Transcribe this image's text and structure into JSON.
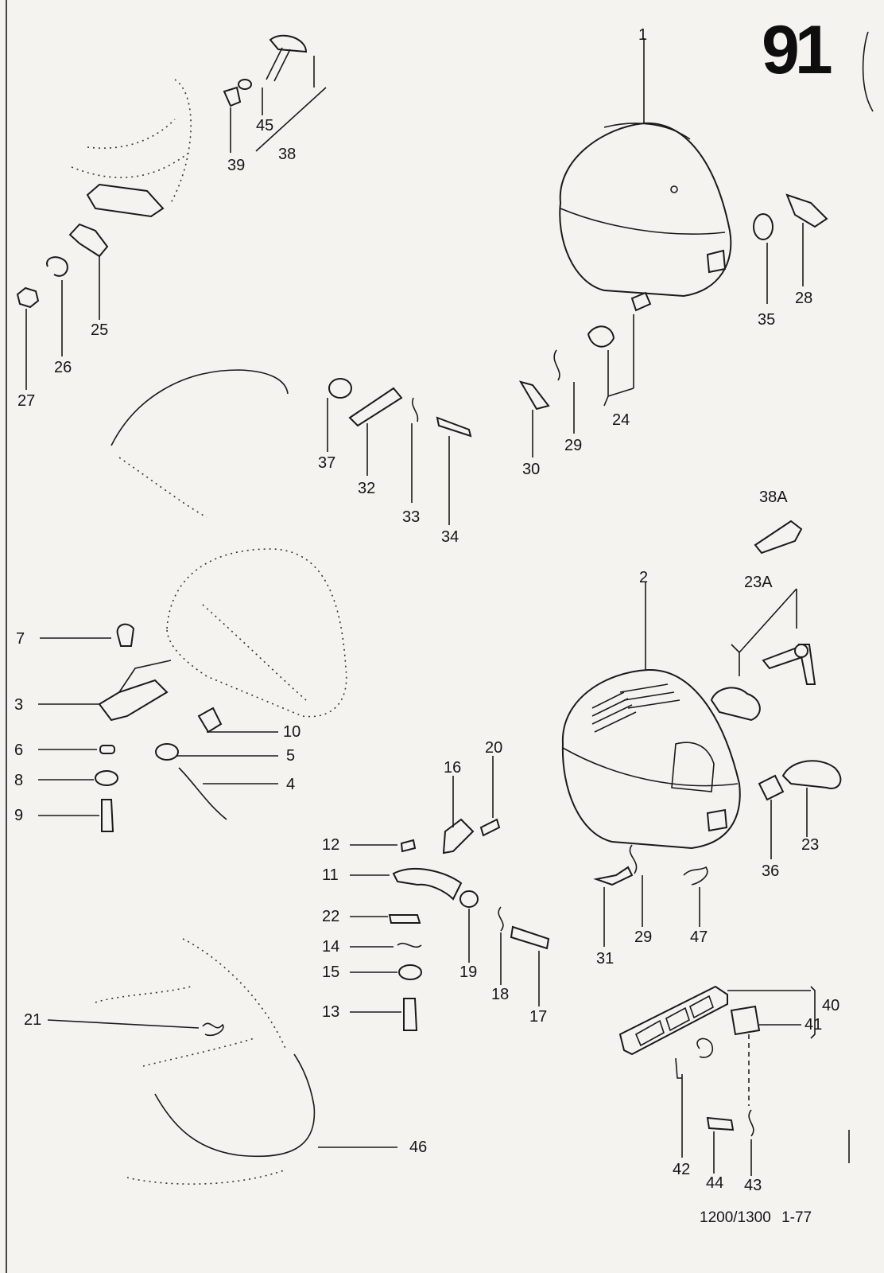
{
  "page": {
    "number": "91",
    "footer": "1200/1300  1-77"
  },
  "callouts": [
    {
      "id": "c1",
      "text": "1"
    },
    {
      "id": "c2",
      "text": "2"
    },
    {
      "id": "c3",
      "text": "3"
    },
    {
      "id": "c4",
      "text": "4"
    },
    {
      "id": "c5",
      "text": "5"
    },
    {
      "id": "c6",
      "text": "6"
    },
    {
      "id": "c7",
      "text": "7"
    },
    {
      "id": "c8",
      "text": "8"
    },
    {
      "id": "c9",
      "text": "9"
    },
    {
      "id": "c10",
      "text": "10"
    },
    {
      "id": "c11",
      "text": "11"
    },
    {
      "id": "c12",
      "text": "12"
    },
    {
      "id": "c13",
      "text": "13"
    },
    {
      "id": "c14",
      "text": "14"
    },
    {
      "id": "c15",
      "text": "15"
    },
    {
      "id": "c16",
      "text": "16"
    },
    {
      "id": "c17",
      "text": "17"
    },
    {
      "id": "c18",
      "text": "18"
    },
    {
      "id": "c19",
      "text": "19"
    },
    {
      "id": "c20",
      "text": "20"
    },
    {
      "id": "c21",
      "text": "21"
    },
    {
      "id": "c22",
      "text": "22"
    },
    {
      "id": "c23",
      "text": "23"
    },
    {
      "id": "c23a",
      "text": "23A"
    },
    {
      "id": "c24",
      "text": "24"
    },
    {
      "id": "c25",
      "text": "25"
    },
    {
      "id": "c26",
      "text": "26"
    },
    {
      "id": "c27",
      "text": "27"
    },
    {
      "id": "c28",
      "text": "28"
    },
    {
      "id": "c29a",
      "text": "29"
    },
    {
      "id": "c29b",
      "text": "29"
    },
    {
      "id": "c30",
      "text": "30"
    },
    {
      "id": "c31",
      "text": "31"
    },
    {
      "id": "c32",
      "text": "32"
    },
    {
      "id": "c33",
      "text": "33"
    },
    {
      "id": "c34",
      "text": "34"
    },
    {
      "id": "c35",
      "text": "35"
    },
    {
      "id": "c36",
      "text": "36"
    },
    {
      "id": "c37",
      "text": "37"
    },
    {
      "id": "c38",
      "text": "38"
    },
    {
      "id": "c38a",
      "text": "38A"
    },
    {
      "id": "c39",
      "text": "39"
    },
    {
      "id": "c40",
      "text": "40"
    },
    {
      "id": "c41",
      "text": "41"
    },
    {
      "id": "c42",
      "text": "42"
    },
    {
      "id": "c43",
      "text": "43"
    },
    {
      "id": "c44",
      "text": "44"
    },
    {
      "id": "c45",
      "text": "45"
    },
    {
      "id": "c46",
      "text": "46"
    },
    {
      "id": "c47",
      "text": "47"
    }
  ]
}
